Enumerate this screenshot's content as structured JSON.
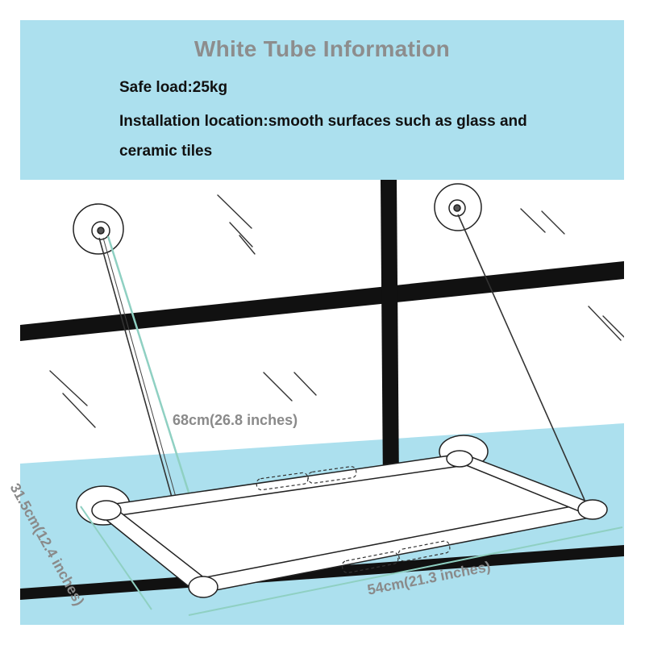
{
  "header": {
    "title": "White Tube Information",
    "specs": {
      "safe_load": "Safe load:25kg",
      "installation_line1": "Installation location:smooth surfaces such as glass and",
      "installation_line2": "ceramic tiles"
    }
  },
  "dimensions": {
    "height": "68cm(26.8 inches)",
    "depth": "31.5cm(12.4 inches)",
    "width": "54cm(21.3 inches)"
  },
  "colors": {
    "header_bg": "#ace0ee",
    "title_gray": "#8d8d8d",
    "window_blue": "#ace0ee",
    "frame_black": "#111111",
    "dimension_teal": "#8fd0c2"
  }
}
